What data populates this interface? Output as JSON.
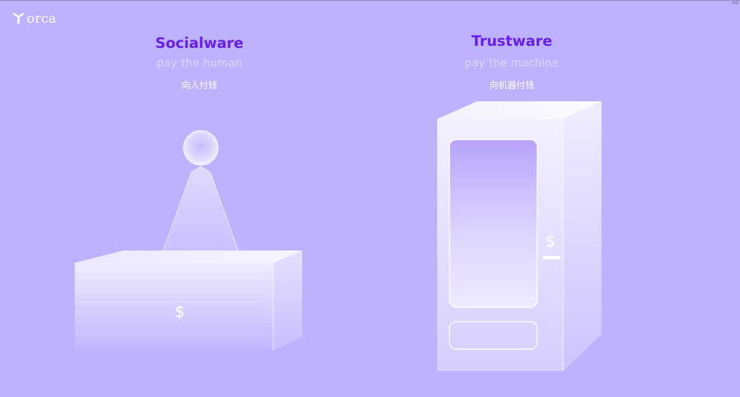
{
  "brand": {
    "name": "orca",
    "icon": "orca-tail-icon"
  },
  "socialware": {
    "title": "Socialware",
    "subtitle": "pay the human",
    "subtitle_cn": "向人付钱",
    "price_symbol": "$"
  },
  "trustware": {
    "title": "Trustware",
    "subtitle": "pay the machine",
    "subtitle_cn": "向机器付钱",
    "price_symbol": "$"
  },
  "window": {
    "corner_marks": "oo"
  },
  "colors": {
    "background": "#bdb2fd",
    "title": "#6a1fe6",
    "subtitle": "#ddd7ff",
    "white": "#ffffff"
  }
}
